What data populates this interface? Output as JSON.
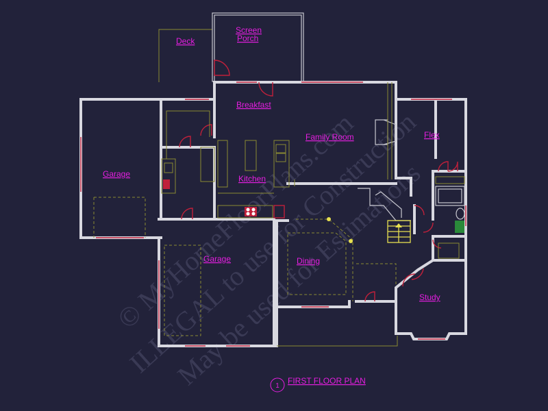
{
  "drawing": {
    "title": "FIRST FLOOR PLAN",
    "number": "1",
    "watermark_lines": [
      "© MyHomeFloorPlans.com",
      "ILLEGAL to use for Construction",
      "May be used for Estimations"
    ]
  },
  "rooms": {
    "deck": "Deck",
    "screen_porch_1": "Screen",
    "screen_porch_2": "Porch",
    "breakfast": "Breakfast",
    "family_room": "Family Room",
    "flex": "Flex",
    "garage_1": "Garage",
    "kitchen": "Kitchen",
    "garage_2": "Garage",
    "dining": "Dining",
    "study": "Study"
  },
  "colors": {
    "background": "#22223a",
    "walls": "#d8d8e0",
    "labels": "#e51ee0",
    "doors_windows": "#c0203a",
    "fixtures": "#8a8a33"
  }
}
